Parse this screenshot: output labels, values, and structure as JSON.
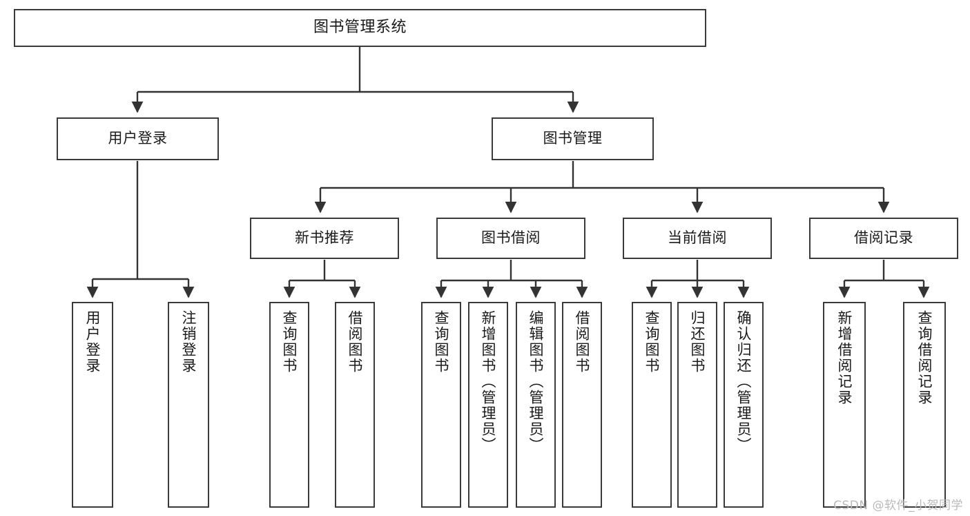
{
  "diagram": {
    "title": "图书管理系统",
    "type": "hierarchy-tree",
    "levels": 4,
    "root": {
      "id": "root",
      "label": "图书管理系统"
    },
    "level2": [
      {
        "id": "user-login",
        "label": "用户登录"
      },
      {
        "id": "book-manage",
        "label": "图书管理"
      }
    ],
    "level3": [
      {
        "id": "new-book-rec",
        "label": "新书推荐",
        "parent": "book-manage"
      },
      {
        "id": "book-borrow",
        "label": "图书借阅",
        "parent": "book-manage"
      },
      {
        "id": "current-borrow",
        "label": "当前借阅",
        "parent": "book-manage"
      },
      {
        "id": "borrow-record",
        "label": "借阅记录",
        "parent": "book-manage"
      }
    ],
    "leaves": [
      {
        "id": "leaf-user-login",
        "label": "用户登录",
        "parent": "user-login"
      },
      {
        "id": "leaf-user-logout",
        "label": "注销登录",
        "parent": "user-login"
      },
      {
        "id": "leaf-query-book-1",
        "label": "查询图书",
        "parent": "new-book-rec"
      },
      {
        "id": "leaf-borrow-book-1",
        "label": "借阅图书",
        "parent": "new-book-rec"
      },
      {
        "id": "leaf-query-book-2",
        "label": "查询图书",
        "parent": "book-borrow"
      },
      {
        "id": "leaf-add-book",
        "label": "新增图书（管理员）",
        "parent": "book-borrow"
      },
      {
        "id": "leaf-edit-book",
        "label": "编辑图书（管理员）",
        "parent": "book-borrow"
      },
      {
        "id": "leaf-borrow-book-2",
        "label": "借阅图书",
        "parent": "book-borrow"
      },
      {
        "id": "leaf-query-book-3",
        "label": "查询图书",
        "parent": "current-borrow"
      },
      {
        "id": "leaf-return-book",
        "label": "归还图书",
        "parent": "current-borrow"
      },
      {
        "id": "leaf-confirm-return",
        "label": "确认归还（管理员）",
        "parent": "current-borrow"
      },
      {
        "id": "leaf-add-record",
        "label": "新增借阅记录",
        "parent": "borrow-record"
      },
      {
        "id": "leaf-query-record",
        "label": "查询借阅记录",
        "parent": "borrow-record"
      }
    ]
  },
  "watermark": {
    "text": "CSDN @软件_小贺同学"
  },
  "colors": {
    "box_border": "#3a3a3a",
    "box_fill": "#ffffff",
    "line": "#333333",
    "text": "#1a1a1a",
    "watermark": "#b9b9b9",
    "background": "#ffffff"
  }
}
